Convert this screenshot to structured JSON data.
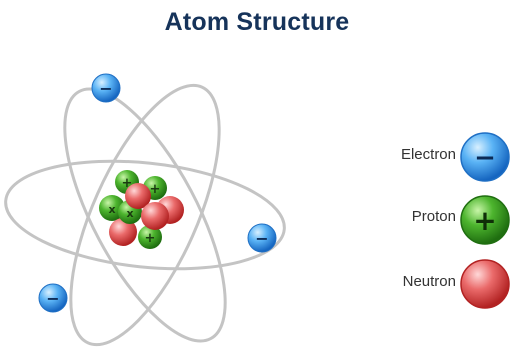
{
  "title": "Atom Structure",
  "legend": {
    "electron_label": "Electron",
    "proton_label": "Proton",
    "neutron_label": "Neutron"
  },
  "symbols": {
    "electron": "−",
    "proton": "+",
    "neutron_symbol_in_nucleus": "x"
  },
  "colors": {
    "title": "#16335a",
    "electron": "#3a9ae8",
    "proton": "#3ba32a",
    "neutron": "#e05252",
    "orbit": "#c4c4c4"
  }
}
